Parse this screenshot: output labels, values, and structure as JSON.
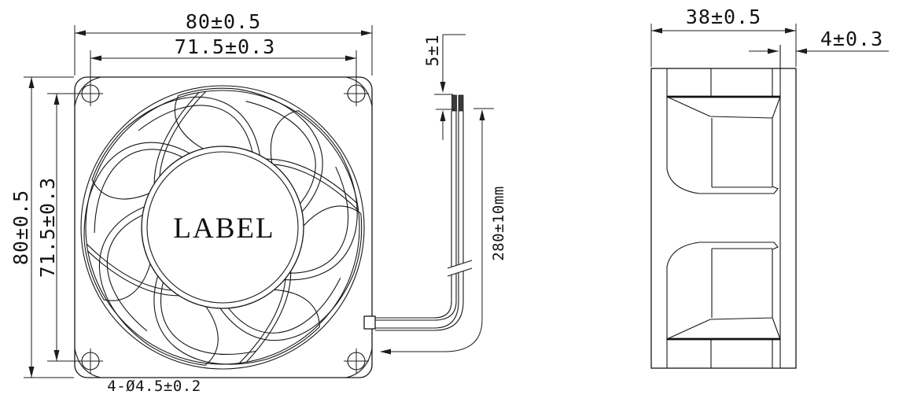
{
  "front_view": {
    "dim_width": "80±0.5",
    "dim_hole_spacing_h": "71.5±0.3",
    "dim_height": "80±0.5",
    "dim_hole_spacing_v": "71.5±0.3",
    "dim_mounting_holes": "4-Ø4.5±0.2",
    "hub_label": "LABEL"
  },
  "wires": {
    "dim_strip_length": "5±1",
    "dim_wire_length": "280±10mm"
  },
  "side_view": {
    "dim_depth": "38±0.5",
    "dim_flange": "4±0.3"
  },
  "colors": {
    "line": "#161616",
    "background": "#ffffff"
  }
}
